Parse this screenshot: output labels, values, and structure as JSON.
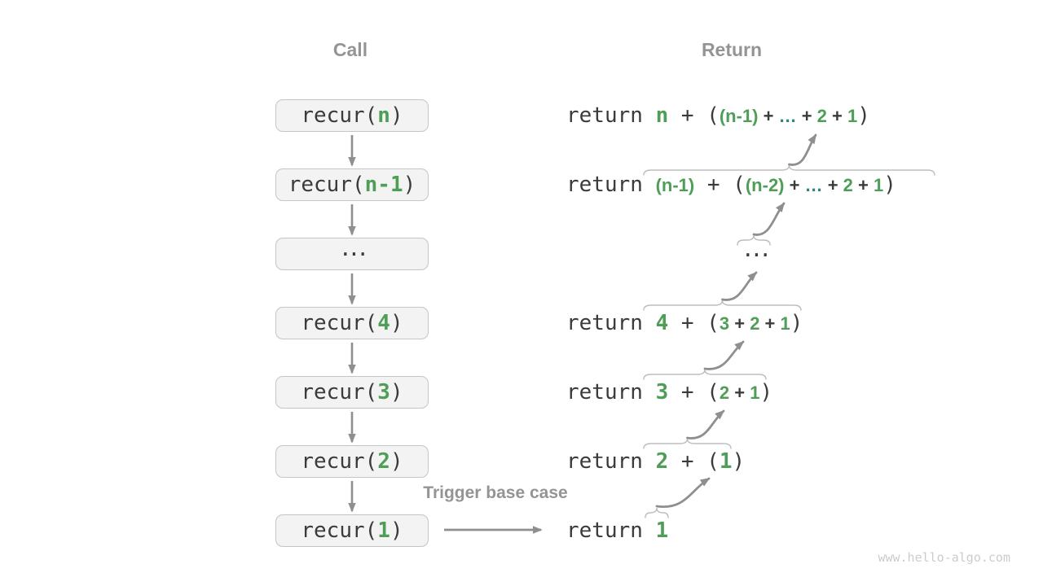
{
  "colors": {
    "bg": "#ffffff",
    "ink": "#3b3b3b",
    "green": "#4f9e58",
    "teal": "#2a857b",
    "gray": "#949494",
    "arrow": "#8f8f8f",
    "brace": "#bdbdbd",
    "boxfill": "#f3f3f3",
    "boxborder": "#c5c5c5",
    "watermark": "#cccccc"
  },
  "headers": {
    "call": "Call",
    "return": "Return"
  },
  "trigger_label": "Trigger base case",
  "watermark": "www.hello-algo.com",
  "icons": {
    "down_arrow": "call-flow-arrow",
    "curved_arrow": "return-flow-arrow",
    "brace": "overbrace"
  },
  "calls": [
    {
      "pre": "recur(",
      "arg": "n",
      "post": ")"
    },
    {
      "pre": "recur(",
      "arg": "n-1",
      "post": ")"
    },
    {
      "dots": "..."
    },
    {
      "pre": "recur(",
      "arg": "4",
      "post": ")"
    },
    {
      "pre": "recur(",
      "arg": "3",
      "post": ")"
    },
    {
      "pre": "recur(",
      "arg": "2",
      "post": ")"
    },
    {
      "pre": "recur(",
      "arg": "1",
      "post": ")"
    }
  ],
  "returns": [
    {
      "segments": [
        {
          "t": "return ",
          "c": "m"
        },
        {
          "t": "n",
          "c": "mg"
        },
        {
          "t": " + (",
          "c": "m"
        },
        {
          "t": "(n-1)",
          "c": "bg"
        },
        {
          "t": " + ",
          "c": "b"
        },
        {
          "t": "…",
          "c": "bt"
        },
        {
          "t": " + ",
          "c": "b"
        },
        {
          "t": "2",
          "c": "bg"
        },
        {
          "t": " + ",
          "c": "b"
        },
        {
          "t": "1",
          "c": "bg"
        },
        {
          "t": ")",
          "c": "m"
        }
      ]
    },
    {
      "segments": [
        {
          "t": "return ",
          "c": "m"
        },
        {
          "t": "(n-1)",
          "c": "bg"
        },
        {
          "t": " + (",
          "c": "m"
        },
        {
          "t": "(n-2)",
          "c": "bg"
        },
        {
          "t": " + ",
          "c": "b"
        },
        {
          "t": "…",
          "c": "bt"
        },
        {
          "t": " + ",
          "c": "b"
        },
        {
          "t": "2",
          "c": "bg"
        },
        {
          "t": " + ",
          "c": "b"
        },
        {
          "t": "1",
          "c": "bg"
        },
        {
          "t": ")",
          "c": "m"
        }
      ]
    },
    {
      "dots": "..."
    },
    {
      "segments": [
        {
          "t": "return ",
          "c": "m"
        },
        {
          "t": "4",
          "c": "mg"
        },
        {
          "t": " + (",
          "c": "m"
        },
        {
          "t": "3",
          "c": "bg"
        },
        {
          "t": " + ",
          "c": "b"
        },
        {
          "t": "2",
          "c": "bg"
        },
        {
          "t": " + ",
          "c": "b"
        },
        {
          "t": "1",
          "c": "bg"
        },
        {
          "t": ")",
          "c": "m"
        }
      ]
    },
    {
      "segments": [
        {
          "t": "return ",
          "c": "m"
        },
        {
          "t": "3",
          "c": "mg"
        },
        {
          "t": " + (",
          "c": "m"
        },
        {
          "t": "2",
          "c": "bg"
        },
        {
          "t": " + ",
          "c": "b"
        },
        {
          "t": "1",
          "c": "bg"
        },
        {
          "t": ")",
          "c": "m"
        }
      ]
    },
    {
      "segments": [
        {
          "t": "return ",
          "c": "m"
        },
        {
          "t": "2",
          "c": "mg"
        },
        {
          "t": " + (",
          "c": "m"
        },
        {
          "t": "1",
          "c": "mg"
        },
        {
          "t": ")",
          "c": "m"
        }
      ]
    },
    {
      "segments": [
        {
          "t": "return ",
          "c": "m"
        },
        {
          "t": "1",
          "c": "mg"
        }
      ]
    }
  ]
}
